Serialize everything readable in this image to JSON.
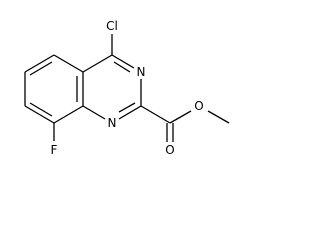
{
  "molecule": {
    "atoms": {
      "chlorine": "Cl",
      "fluorine": "F",
      "nitrogen_3": "N",
      "nitrogen_1": "N",
      "carbonyl_oxygen": "O",
      "ester_oxygen": "O"
    }
  }
}
